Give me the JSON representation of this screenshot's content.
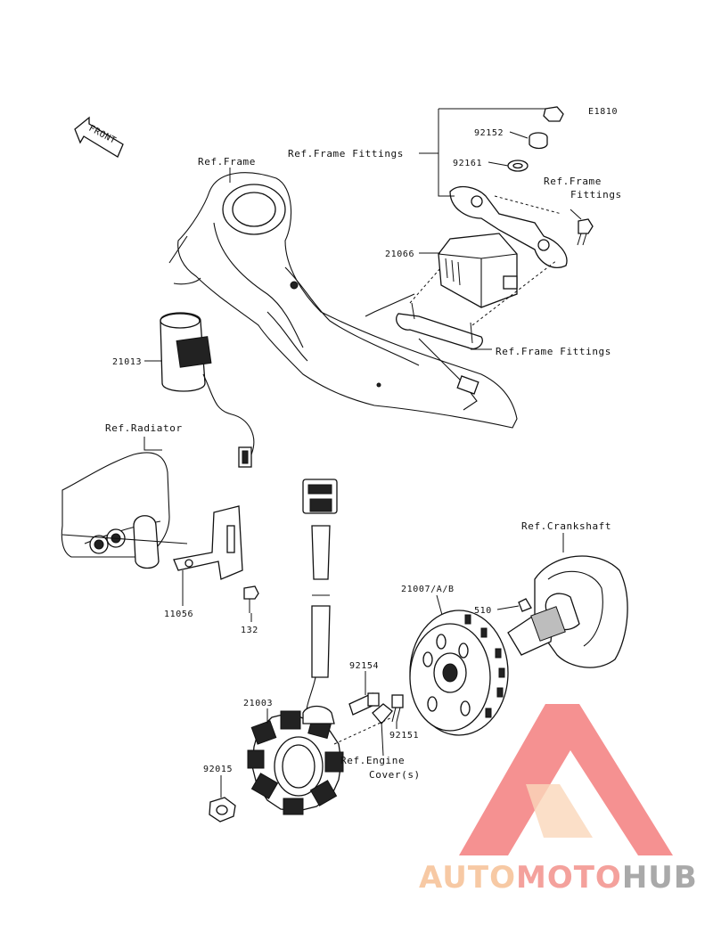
{
  "diagram_code": "E1810",
  "front_label": "FRONT",
  "labels": {
    "ref_frame": "Ref.Frame",
    "ref_frame_fittings_top": "Ref.Frame Fittings",
    "ref_frame_fittings_right_1": "Ref.Frame",
    "ref_frame_fittings_right_2": "Fittings",
    "ref_frame_fittings_bottom": "Ref.Frame Fittings",
    "ref_radiator": "Ref.Radiator",
    "ref_crankshaft": "Ref.Crankshaft",
    "ref_engine_cover_1": "Ref.Engine",
    "ref_engine_cover_2": "Cover(s)"
  },
  "parts": {
    "p92152": "92152",
    "p92161": "92161",
    "p21066": "21066",
    "p21013": "21013",
    "p11056": "11056",
    "p132": "132",
    "p21007": "21007/A/B",
    "p510": "510",
    "p92154": "92154",
    "p21003": "21003",
    "p92151": "92151",
    "p92015": "92015"
  },
  "watermark": {
    "part1": "AUTO",
    "part2": "MOTO",
    "part3": "HUB",
    "colors": {
      "auto": "#f7c9a4",
      "moto": "#f4a19c",
      "hub": "#a9a9a9",
      "logo": "#f26d6d"
    }
  }
}
